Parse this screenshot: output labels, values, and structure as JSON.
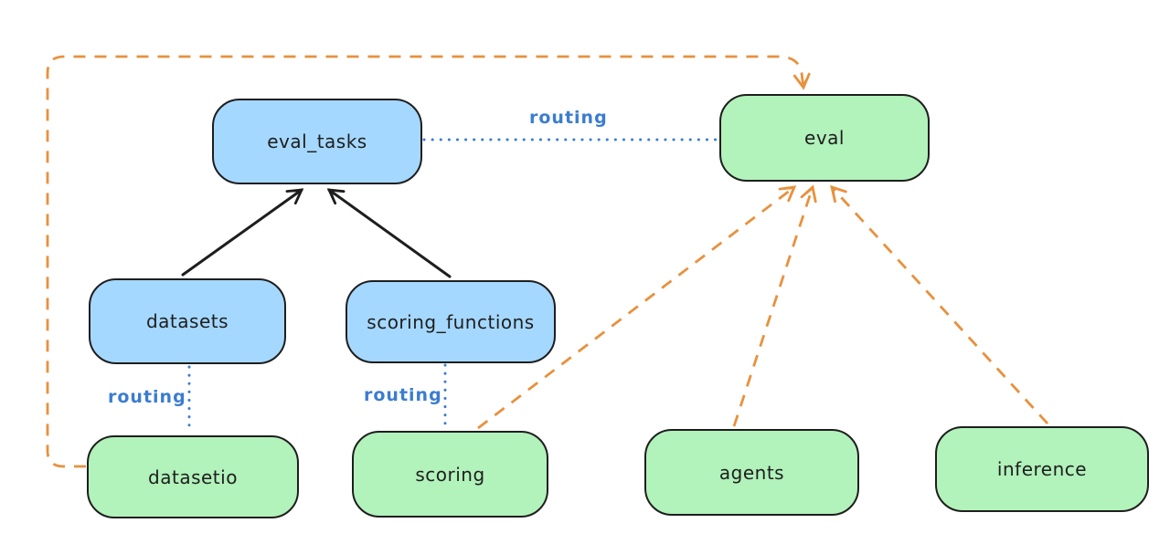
{
  "nodes": {
    "eval_tasks": {
      "label": "eval_tasks",
      "fill": "#a5d8ff"
    },
    "eval": {
      "label": "eval",
      "fill": "#b2f2bb"
    },
    "datasets": {
      "label": "datasets",
      "fill": "#a5d8ff"
    },
    "scoring_functions": {
      "label": "scoring_functions",
      "fill": "#a5d8ff"
    },
    "datasetio": {
      "label": "datasetio",
      "fill": "#b2f2bb"
    },
    "scoring": {
      "label": "scoring",
      "fill": "#b2f2bb"
    },
    "agents": {
      "label": "agents",
      "fill": "#b2f2bb"
    },
    "inference": {
      "label": "inference",
      "fill": "#b2f2bb"
    }
  },
  "edge_labels": {
    "eval_tasks_to_eval": "routing",
    "datasets_to_datasetio": "routing",
    "scoring_functions_to_scoring": "routing"
  },
  "edges": [
    {
      "from": "datasets",
      "to": "eval_tasks",
      "style": "solid-black-arrow"
    },
    {
      "from": "scoring_functions",
      "to": "eval_tasks",
      "style": "solid-black-arrow"
    },
    {
      "from": "eval_tasks",
      "to": "eval",
      "style": "dotted-blue",
      "label": "routing"
    },
    {
      "from": "datasets",
      "to": "datasetio",
      "style": "dotted-blue",
      "label": "routing"
    },
    {
      "from": "scoring_functions",
      "to": "scoring",
      "style": "dotted-blue",
      "label": "routing"
    },
    {
      "from": "datasetio",
      "to": "eval",
      "style": "dashed-orange-arrow"
    },
    {
      "from": "scoring",
      "to": "eval",
      "style": "dashed-orange-arrow"
    },
    {
      "from": "agents",
      "to": "eval",
      "style": "dashed-orange-arrow"
    },
    {
      "from": "inference",
      "to": "eval",
      "style": "dashed-orange-arrow"
    }
  ],
  "colors": {
    "blue_fill": "#a5d8ff",
    "green_fill": "#b2f2bb",
    "stroke": "#1e1e1e",
    "routing_blue": "#3b7cd1",
    "orange": "#e8913d",
    "background": "#ffffff"
  }
}
